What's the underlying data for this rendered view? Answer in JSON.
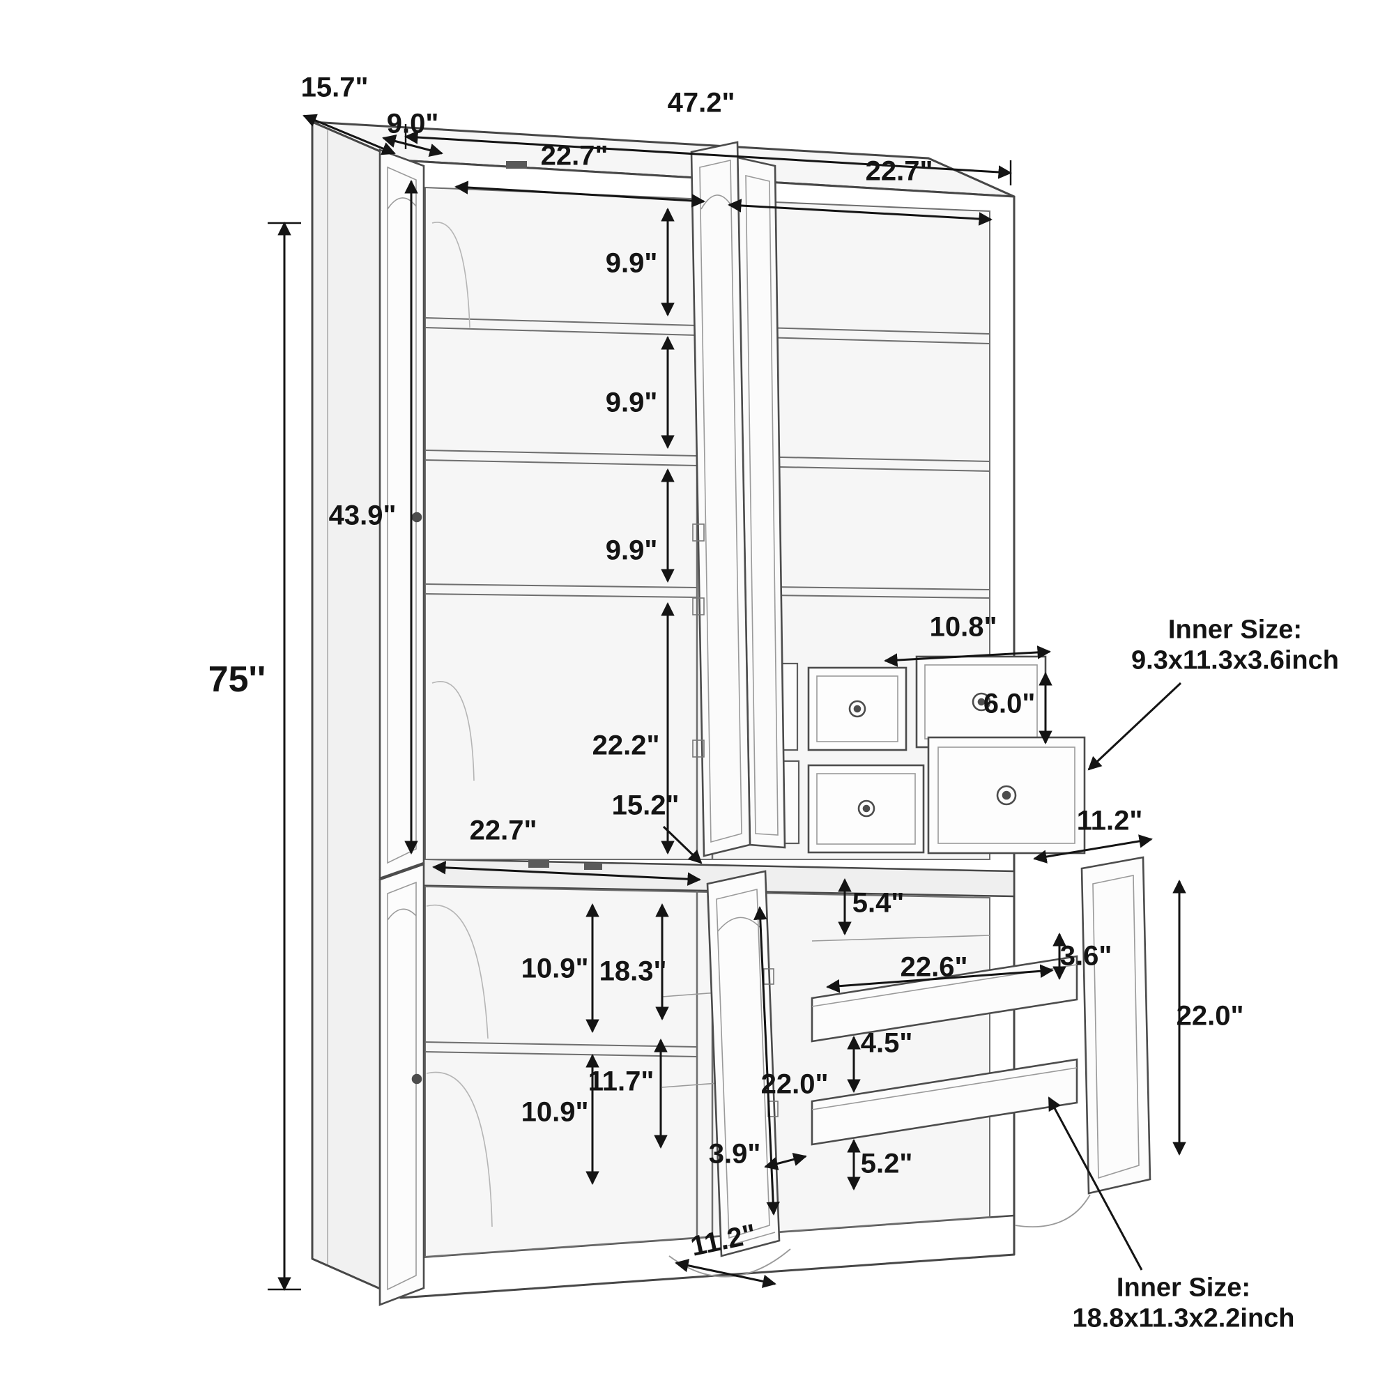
{
  "diagram": {
    "subject": "pantry-cabinet-dimension-diagram",
    "dims": {
      "overall_height": "75''",
      "depth": "15.7\"",
      "overall_width": "47.2\"",
      "door_depth": "9.0\"",
      "upper_left_width": "22.7\"",
      "upper_right_width": "22.7\"",
      "shelf_gap_1": "9.9\"",
      "shelf_gap_2": "9.9\"",
      "shelf_gap_3": "9.9\"",
      "upper_door_height": "43.9\"",
      "upper_lower_gap": "22.2\"",
      "shelf_depth": "15.2\"",
      "mid_left_width": "22.7\"",
      "drawer_width": "10.8\"",
      "drawer_height": "6.0\"",
      "right_door_top_width": "11.2\"",
      "gap_above_tray": "5.4\"",
      "lower_left_gap_top": "10.9\"",
      "lower_center_height": "18.3\"",
      "tray_width": "22.6\"",
      "tray_slot_height": "3.6\"",
      "right_door_height": "22.0\"",
      "tray_gap_mid": "4.5\"",
      "lower_center_inner": "11.7\"",
      "center_door_height": "22.0\"",
      "lower_left_gap_bottom": "10.9\"",
      "door_thickness": "3.9\"",
      "tray_gap_bottom": "5.2\"",
      "bottom_door_width": "11.2\""
    },
    "annotations": {
      "inner_size_top": {
        "label": "Inner Size:",
        "value": "9.3x11.3x3.6inch"
      },
      "inner_size_bottom": {
        "label": "Inner Size:",
        "value": "18.8x11.3x2.2inch"
      }
    }
  }
}
